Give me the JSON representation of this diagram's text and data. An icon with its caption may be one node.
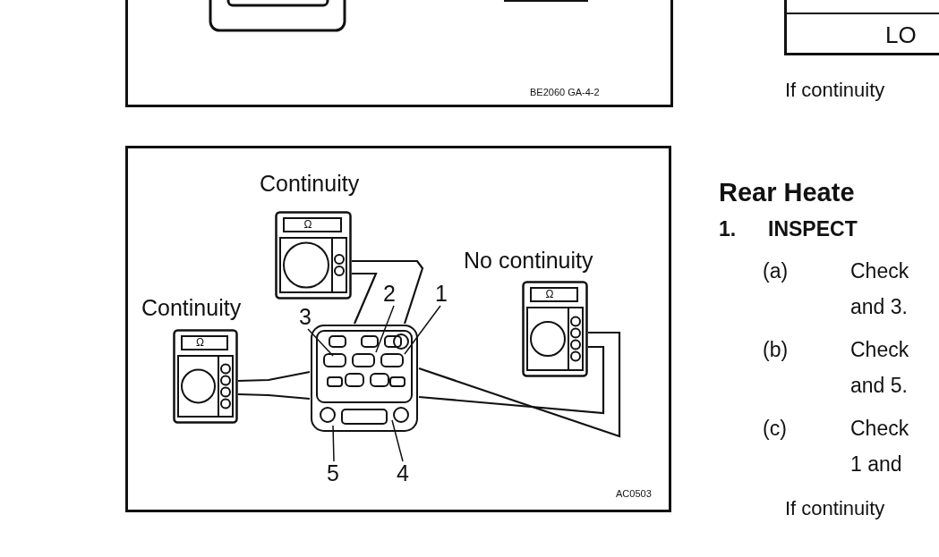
{
  "diagram": {
    "nodes": [
      {
        "text": [
          "Ω"
        ],
        "beside": [
          "Continuity"
        ]
      },
      {
        "text": [
          "Ω"
        ],
        "beside": [
          "Continuity"
        ]
      },
      {
        "text": [
          "Ω"
        ],
        "beside": [
          "No continuity"
        ]
      },
      {
        "text": [],
        "shape": "picture"
      },
      {
        "text": [
          "3"
        ]
      },
      {
        "text": [
          "2"
        ]
      },
      {
        "text": [
          "1"
        ]
      },
      {
        "text": [
          "5"
        ]
      },
      {
        "text": [
          "4"
        ]
      }
    ],
    "edges": [
      {
        "from": 0,
        "to": 3,
        "arrow": "none"
      },
      {
        "from": 0,
        "to": 3,
        "arrow": "none"
      },
      {
        "from": 1,
        "to": 3,
        "arrow": "none"
      },
      {
        "from": 1,
        "to": 3,
        "arrow": "none"
      },
      {
        "from": 2,
        "to": 3,
        "arrow": "none"
      },
      {
        "from": 2,
        "to": 3,
        "arrow": "none"
      },
      {
        "from": 4,
        "to": 3,
        "arrow": "none"
      },
      {
        "from": 5,
        "to": 3,
        "arrow": "none"
      },
      {
        "from": 6,
        "to": 3,
        "arrow": "none"
      },
      {
        "from": 7,
        "to": 3,
        "arrow": "none"
      },
      {
        "from": 8,
        "to": 3,
        "arrow": "none"
      }
    ],
    "labels": [
      "BE2060 GA-4-2",
      "LO",
      "If continuity",
      "AC0503",
      "Rear Heate",
      "1.",
      "INSPECT",
      "(a)",
      "Check",
      "and 3.",
      "(b)",
      "Check",
      "and 5.",
      "(c)",
      "Check",
      "1 and",
      "If continuity"
    ]
  }
}
